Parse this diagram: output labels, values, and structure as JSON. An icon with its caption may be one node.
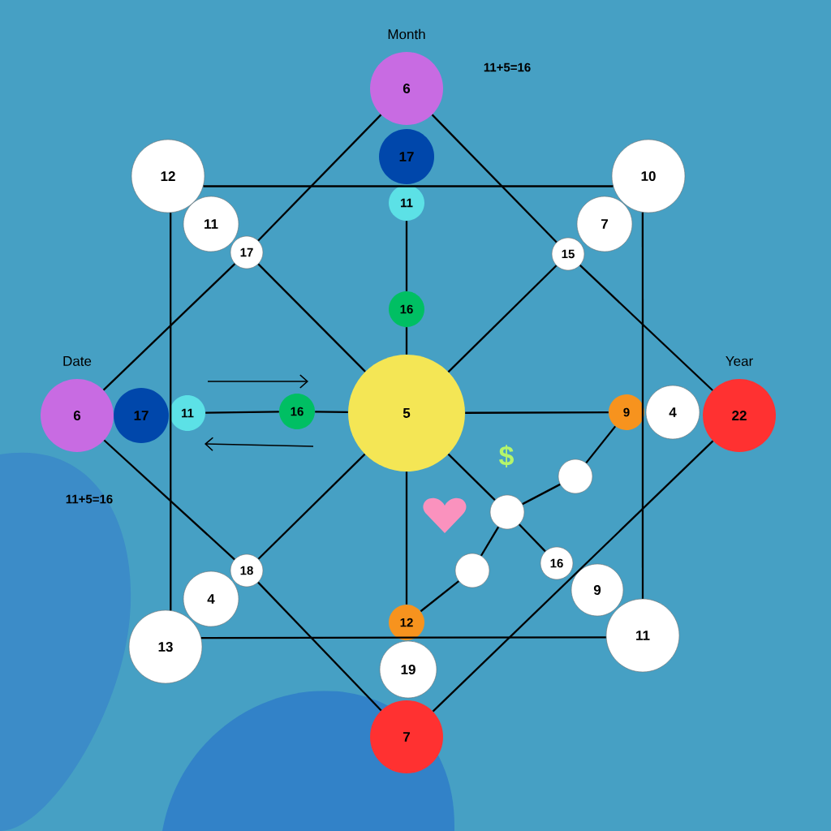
{
  "diagram": {
    "nodes": [
      {
        "text": [
          "6"
        ],
        "beside": [
          "Month"
        ]
      },
      {
        "text": [
          "12"
        ]
      },
      {
        "text": [
          "10"
        ]
      },
      {
        "text": [
          "17"
        ]
      },
      {
        "text": [
          "11"
        ]
      },
      {
        "text": [
          "11"
        ]
      },
      {
        "text": [
          "7"
        ]
      },
      {
        "text": [
          "17"
        ]
      },
      {
        "text": [
          "15"
        ]
      },
      {
        "text": [
          "16"
        ]
      },
      {
        "text": [
          "5"
        ]
      },
      {
        "text": [
          "6"
        ],
        "beside": [
          "Date"
        ]
      },
      {
        "text": [
          "17"
        ]
      },
      {
        "text": [
          "11"
        ]
      },
      {
        "text": [
          "16"
        ]
      },
      {
        "text": [
          "9"
        ]
      },
      {
        "text": [
          "4"
        ]
      },
      {
        "text": [
          "22"
        ],
        "beside": [
          "Year"
        ]
      },
      {
        "text": [],
        "shape": "circle"
      },
      {
        "text": [],
        "shape": "circle"
      },
      {
        "text": [
          "16"
        ]
      },
      {
        "text": [],
        "shape": "circle"
      },
      {
        "text": [
          "18"
        ]
      },
      {
        "text": [
          "4"
        ]
      },
      {
        "text": [
          "9"
        ]
      },
      {
        "text": [
          "12"
        ]
      },
      {
        "text": [
          "13"
        ]
      },
      {
        "text": [
          "11"
        ]
      },
      {
        "text": [
          "19"
        ]
      },
      {
        "text": [
          "7"
        ]
      }
    ],
    "edges": [
      {
        "from": 0,
        "to": 7,
        "arrow": "none"
      },
      {
        "from": 7,
        "to": 11,
        "arrow": "none"
      },
      {
        "from": 0,
        "to": 8,
        "arrow": "none"
      },
      {
        "from": 8,
        "to": 17,
        "arrow": "none"
      },
      {
        "from": 11,
        "to": 22,
        "arrow": "none"
      },
      {
        "from": 22,
        "to": 29,
        "arrow": "none"
      },
      {
        "from": 17,
        "to": 29,
        "arrow": "none"
      },
      {
        "from": 1,
        "to": 2,
        "arrow": "none"
      },
      {
        "from": 2,
        "to": 27,
        "arrow": "none"
      },
      {
        "from": 26,
        "to": 27,
        "arrow": "none"
      },
      {
        "from": 1,
        "to": 26,
        "arrow": "none"
      },
      {
        "from": 7,
        "to": 10,
        "arrow": "none"
      },
      {
        "from": 8,
        "to": 10,
        "arrow": "none"
      },
      {
        "from": 22,
        "to": 10,
        "arrow": "none"
      },
      {
        "from": 10,
        "to": 19,
        "arrow": "none"
      },
      {
        "from": 19,
        "to": 20,
        "arrow": "none"
      },
      {
        "from": 4,
        "to": 9,
        "arrow": "none"
      },
      {
        "from": 9,
        "to": 10,
        "arrow": "none"
      },
      {
        "from": 10,
        "to": 25,
        "arrow": "none"
      },
      {
        "from": 13,
        "to": 14,
        "arrow": "none"
      },
      {
        "from": 14,
        "to": 10,
        "arrow": "none"
      },
      {
        "from": 10,
        "to": 15,
        "arrow": "none"
      },
      {
        "from": 15,
        "to": 18,
        "arrow": "none"
      },
      {
        "from": 18,
        "to": 19,
        "arrow": "none"
      },
      {
        "from": 19,
        "to": 21,
        "arrow": "none"
      },
      {
        "from": 21,
        "to": 25,
        "arrow": "none"
      }
    ],
    "labels": [
      "11+5=16",
      "$",
      "11+5=16"
    ]
  }
}
